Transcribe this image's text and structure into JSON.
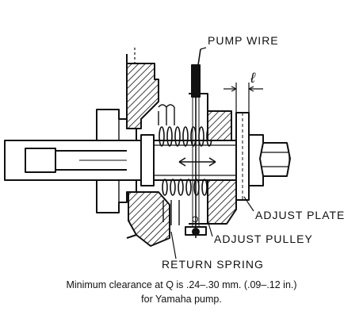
{
  "labels": {
    "pump_wire": "PUMP WIRE",
    "clearance_symbol": "ℓ",
    "adjust_plate": "ADJUST PLATE",
    "adjust_pulley": "ADJUST PULLEY",
    "return_spring": "RETURN SPRING",
    "q_marker": "Q"
  },
  "caption": {
    "line1": "Minimum clearance at Q is .24–.30 mm. (.09–.12 in.)",
    "line2": "for Yamaha pump."
  }
}
